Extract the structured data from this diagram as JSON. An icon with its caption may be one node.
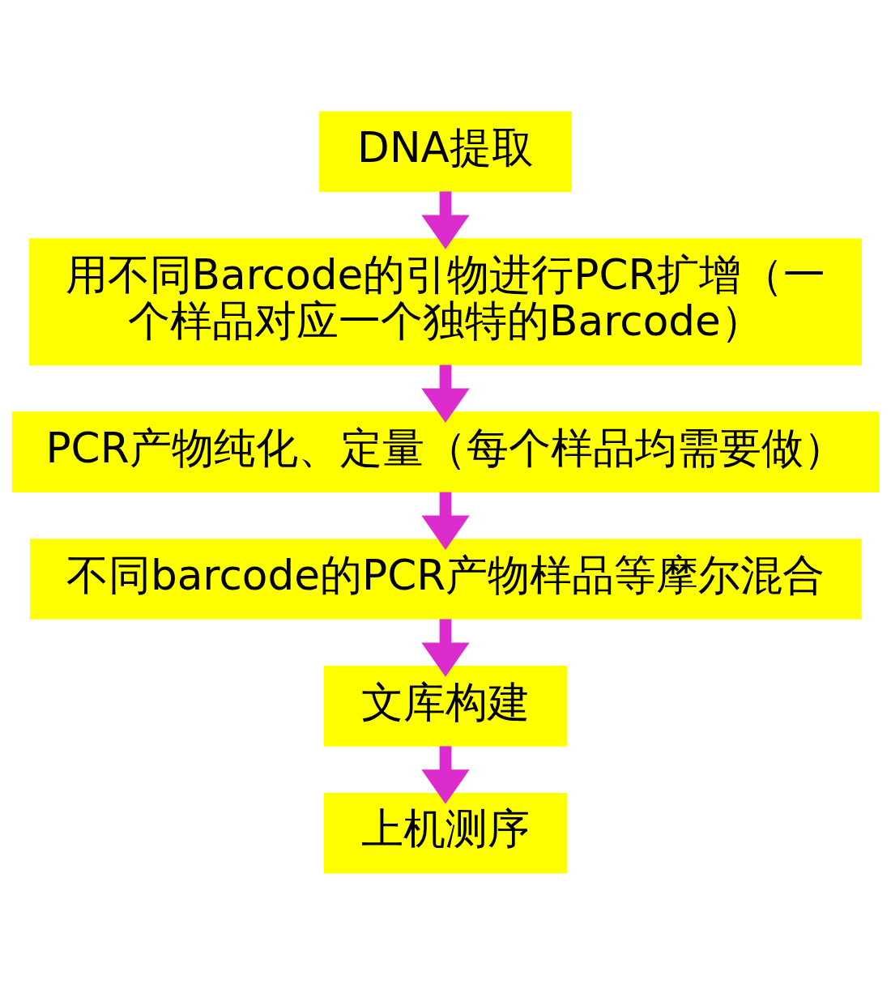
{
  "diagram": {
    "nodes": [
      {
        "text": [
          "DNA提取"
        ]
      },
      {
        "text": [
          "用不同Barcode的引物进行PCR扩增（一个样品对应一个独特的Barcode）"
        ]
      },
      {
        "text": [
          "PCR产物纯化、定量（每个样品均需要做）"
        ]
      },
      {
        "text": [
          "不同barcode的PCR产物样品等摩尔混合"
        ]
      },
      {
        "text": [
          "文库构建"
        ]
      },
      {
        "text": [
          "上机测序"
        ]
      }
    ],
    "edges": [
      {
        "from": 0,
        "to": 1,
        "arrow": "to"
      },
      {
        "from": 1,
        "to": 2,
        "arrow": "to"
      },
      {
        "from": 2,
        "to": 3,
        "arrow": "to"
      },
      {
        "from": 3,
        "to": 4,
        "arrow": "to"
      },
      {
        "from": 4,
        "to": 5,
        "arrow": "to"
      }
    ]
  }
}
